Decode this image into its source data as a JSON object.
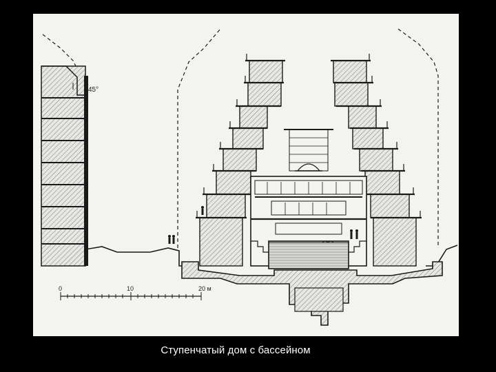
{
  "caption": "Ступенчатый дом с бассейном",
  "drawing": {
    "angle_label": "45°",
    "scale_labels": [
      "0",
      "10",
      "20 м"
    ]
  },
  "colors": {
    "background": "#000000",
    "paper": "#f3f3f0",
    "ink": "#1a1a1a",
    "hatch": "#7a7a7a",
    "caption": "#ffffff"
  }
}
